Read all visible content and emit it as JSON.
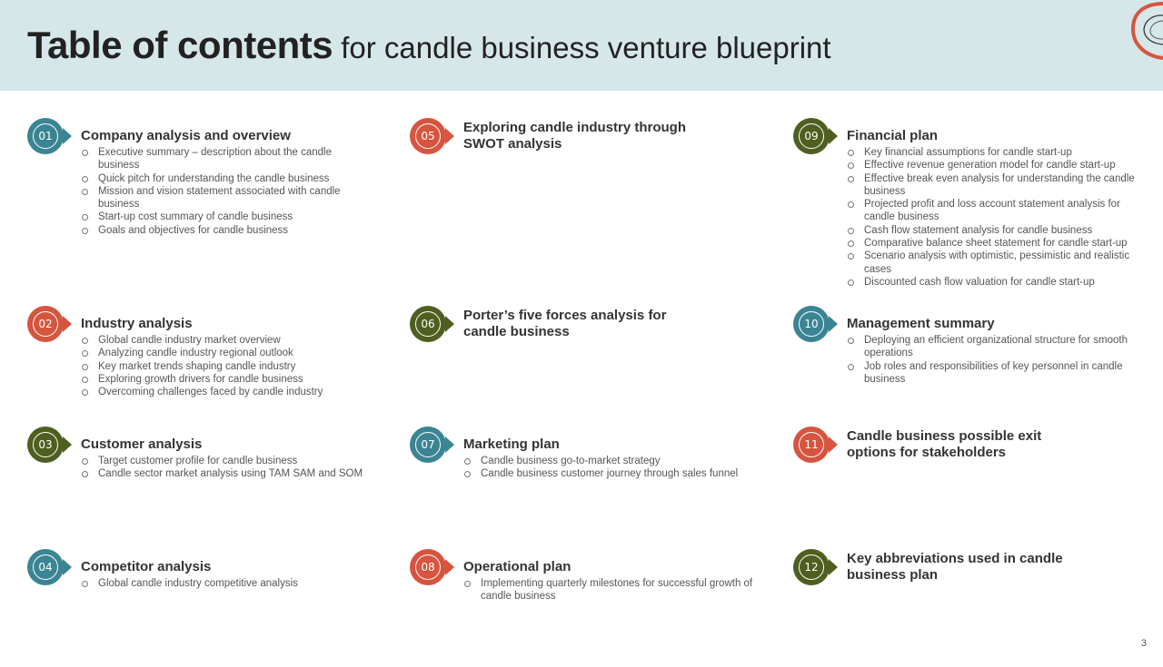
{
  "header": {
    "title_bold": "Table of contents",
    "title_rest": " for candle business venture blueprint"
  },
  "colors": {
    "header_bg": "#d6e7ea",
    "teal": "#3b8494",
    "red": "#d6553f",
    "olive": "#4e5f1f",
    "decoration": "#d6553f"
  },
  "items": [
    {
      "num": "01",
      "color": "teal",
      "title": "Company analysis and overview",
      "bullets": [
        "Executive summary – description about the candle business",
        "Quick pitch for understanding the candle business",
        "Mission and vision statement associated with candle business",
        "Start-up cost summary of candle business",
        "Goals and objectives for candle business"
      ]
    },
    {
      "num": "02",
      "color": "red",
      "title": "Industry analysis",
      "bullets": [
        "Global candle industry market overview",
        "Analyzing candle industry regional outlook",
        "Key market trends shaping candle industry",
        "Exploring growth drivers for candle business",
        "Overcoming challenges faced by candle industry"
      ]
    },
    {
      "num": "03",
      "color": "olive",
      "title": "Customer analysis",
      "bullets": [
        "Target customer profile for candle business",
        "Candle sector market analysis using TAM SAM  and SOM"
      ]
    },
    {
      "num": "04",
      "color": "teal",
      "title": "Competitor analysis",
      "bullets": [
        "Global candle industry competitive analysis"
      ]
    },
    {
      "num": "05",
      "color": "red",
      "title": "Exploring candle industry through SWOT analysis",
      "bullets": []
    },
    {
      "num": "06",
      "color": "olive",
      "title": "Porter’s five forces analysis for candle business",
      "bullets": []
    },
    {
      "num": "07",
      "color": "teal",
      "title": "Marketing plan",
      "bullets": [
        "Candle business go-to-market strategy",
        "Candle business customer journey through sales funnel"
      ]
    },
    {
      "num": "08",
      "color": "red",
      "title": "Operational plan",
      "bullets": [
        "Implementing quarterly milestones for successful growth of candle business"
      ]
    },
    {
      "num": "09",
      "color": "olive",
      "title": "Financial plan",
      "bullets": [
        "Key financial assumptions for candle start-up",
        "Effective revenue generation model for candle start-up",
        "Effective break even analysis for understanding the candle business",
        "Projected profit and loss account statement analysis for candle business",
        "Cash flow statement analysis for candle business",
        "Comparative balance sheet statement for candle start-up",
        "Scenario analysis with optimistic, pessimistic and realistic cases",
        "Discounted cash flow valuation for candle start-up"
      ]
    },
    {
      "num": "10",
      "color": "teal",
      "title": "Management summary",
      "bullets": [
        "Deploying an efficient organizational structure for smooth operations",
        "Job roles and responsibilities of key personnel in candle business"
      ]
    },
    {
      "num": "11",
      "color": "red",
      "title": "Candle business possible exit options for stakeholders",
      "bullets": []
    },
    {
      "num": "12",
      "color": "olive",
      "title": "Key abbreviations used in candle business plan",
      "bullets": []
    }
  ],
  "footer": {
    "page_number": "3"
  }
}
